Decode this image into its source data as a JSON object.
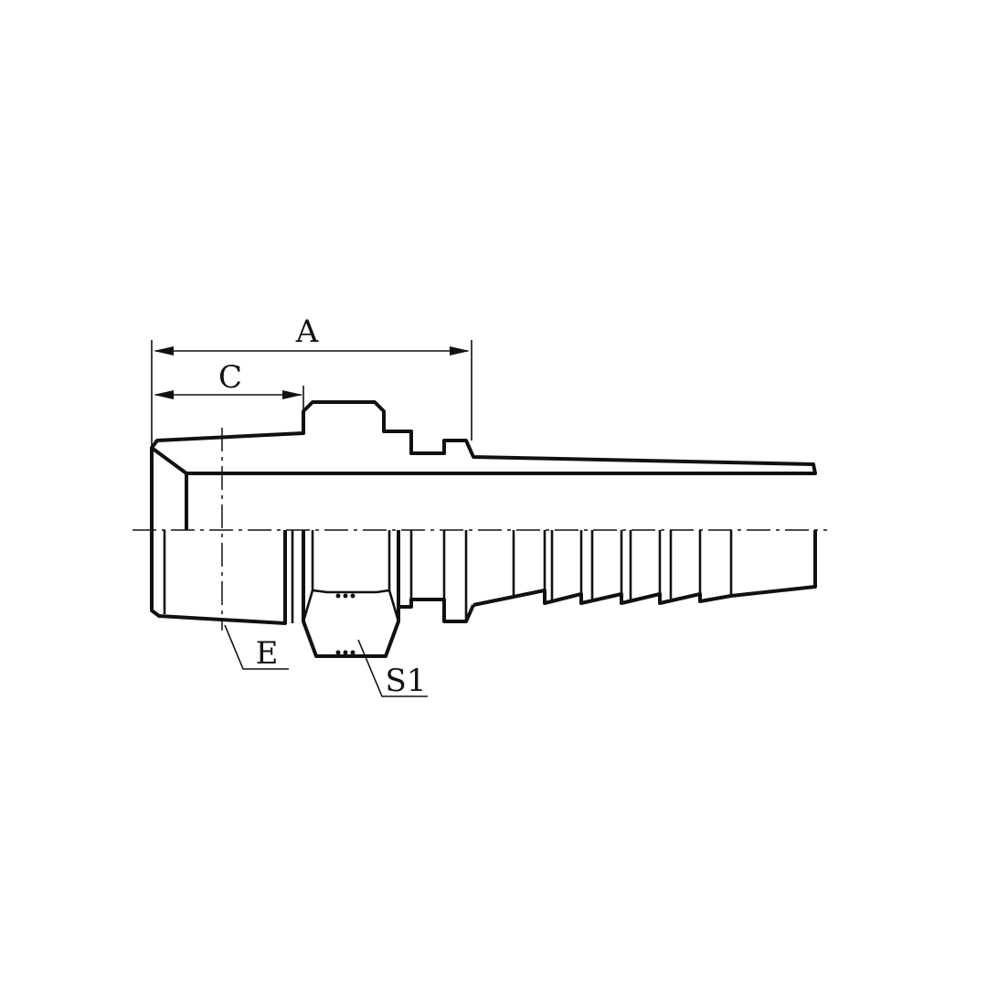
{
  "labels": {
    "a": "A",
    "c": "C",
    "e": "E",
    "s1": "S1"
  },
  "colors": {
    "line": "#111111",
    "background": "#ffffff"
  }
}
